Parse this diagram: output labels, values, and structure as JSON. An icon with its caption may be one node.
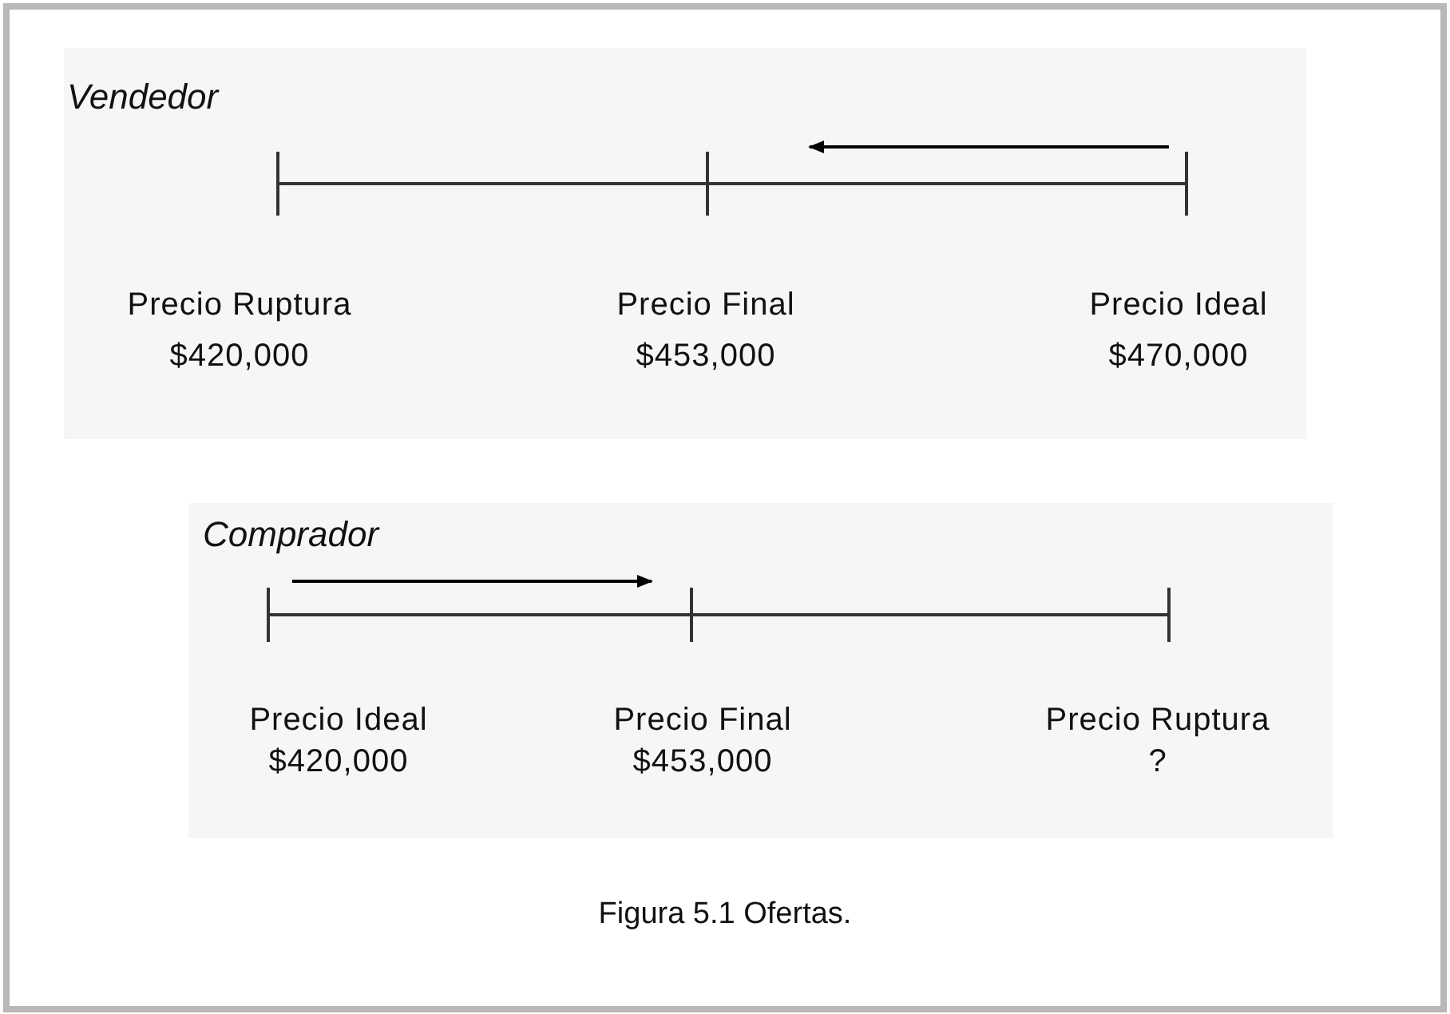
{
  "diagram": {
    "caption": "Figura 5.1 Ofertas.",
    "labels": [
      "Vendedor",
      "Precio Ruptura",
      "$420,000",
      "Precio Final",
      "$453,000",
      "Precio Ideal",
      "$470,000",
      "Comprador",
      "Precio Ideal",
      "$420,000",
      "Precio Final",
      "$453,000",
      "Precio Ruptura",
      "?"
    ]
  }
}
